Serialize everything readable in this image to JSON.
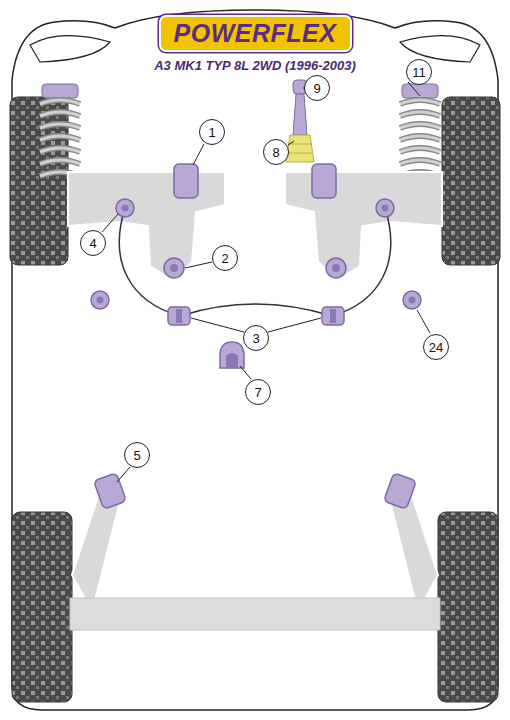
{
  "diagram": {
    "title": "A3 MK1 TYP 8L 2WD (1996-2003)",
    "nodes": [
      {
        "text": [
          "POWERFLEX"
        ]
      },
      {
        "text": [
          "11"
        ]
      },
      {
        "text": [
          "9"
        ]
      },
      {
        "text": [
          "1"
        ]
      },
      {
        "text": [
          "8"
        ]
      },
      {
        "text": [
          "4"
        ]
      },
      {
        "text": [
          "2"
        ]
      },
      {
        "text": [
          "3"
        ]
      },
      {
        "text": [
          "24"
        ]
      },
      {
        "text": [
          "7"
        ]
      },
      {
        "text": [
          "5"
        ]
      }
    ]
  }
}
